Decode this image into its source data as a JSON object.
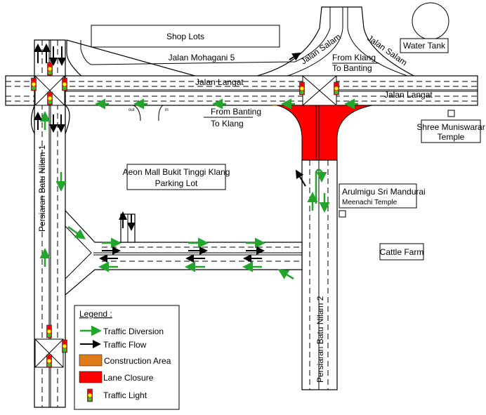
{
  "labels": {
    "shop_lots": "Shop Lots",
    "water_tank": "Water Tank",
    "jalan_mohagani": "Jalan Mohagani 5",
    "jalan_salam_1": "Jalan Salam",
    "jalan_salam_2": "Jalan Salam",
    "from_klang_1": "From Klang",
    "from_klang_2": "To Banting",
    "jalan_langat_1": "Jalan Langat",
    "jalan_langat_2": "Jalan Langat",
    "from_banting_1": "From Banting",
    "from_banting_2": "To Klang",
    "shree_1": "Shree Muniswarar",
    "shree_2": "Temple",
    "aeon_1": "Aeon Mall Bukit Tinggi Klang",
    "aeon_2": "Parking Lot",
    "arulmigu_1": "Arulmigu Sri Mandurai",
    "arulmigu_2": "Meenachi Temple",
    "cattle_farm": "Cattle Farm",
    "batu_nilam_1": "Persiaran Batu Nilam 1",
    "batu_nilam_2": "Persiaran Batu Nilam 2",
    "out": "out",
    "in": "in"
  },
  "legend": {
    "title": "Legend :",
    "items": [
      {
        "label": "Traffic Diversion",
        "symbol": "green-arrow",
        "color": "#22a52a"
      },
      {
        "label": "Traffic Flow",
        "symbol": "black-arrow",
        "color": "#000000"
      },
      {
        "label": "Construction Area",
        "symbol": "swatch",
        "color": "#e07b1a"
      },
      {
        "label": "Lane Closure",
        "symbol": "swatch",
        "color": "#ff0000"
      },
      {
        "label": "Traffic Light",
        "symbol": "traffic-light-icon"
      }
    ]
  },
  "colors": {
    "diversion": "#22a52a",
    "flow": "#000000",
    "construction": "#e07b1a",
    "closure": "#ff0000"
  }
}
